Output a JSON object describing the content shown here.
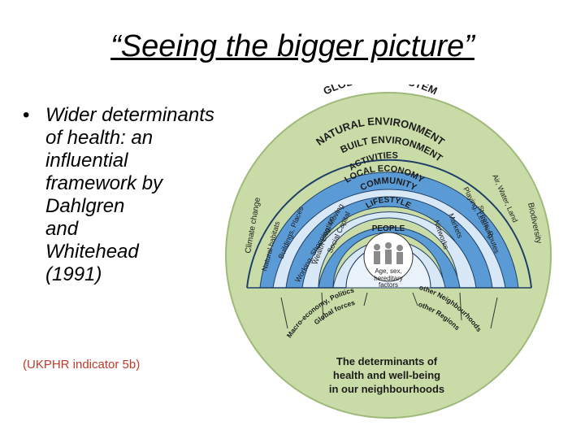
{
  "slide": {
    "title": "“Seeing the bigger picture”",
    "bullet_lines": [
      "Wider determinants",
      "of health: an",
      "influential",
      "framework by",
      "Dahlgren",
      "and",
      "Whitehead",
      "(1991)"
    ],
    "note": "(UKPHR indicator 5b)"
  },
  "diagram": {
    "global": "GLOBAL ECOSYSTEM",
    "natural": "NATURAL ENVIRONMENT",
    "built": "BUILT ENVIRONMENT",
    "activities": "ACTIVITIES",
    "economy": "LOCAL ECONOMY",
    "community": "COMMUNITY",
    "lifestyle": "LIFESTYLE",
    "people": "PEOPLE",
    "core_line1": "Age, sex,",
    "core_line2": "hereditary",
    "core_line3": "factors",
    "left_labels": [
      "Climate change",
      "Natural habitats",
      "Buildings, Places",
      "Working, Shopping, Moving",
      "Wealth creation",
      "Social Capital"
    ],
    "right_labels": [
      "Biodiversity",
      "Air, Water, Land",
      "Streets, Routes",
      "Playing, Learning",
      "Markets",
      "Networks"
    ],
    "macro": "Macro-economy, Politics",
    "global_forces": "Global forces",
    "neighbourhoods": "other Neighbourhoods",
    "regions": "other Regions",
    "caption_line1": "The determinants of",
    "caption_line2": "health and well-being",
    "caption_line3": "in our neighbourhoods",
    "colors": {
      "outer_green": "#c9dca7",
      "band_blue": "#5b9bd5",
      "band_light": "#d9e8f6",
      "line": "#1f3f66",
      "ink": "#1c1c1c"
    }
  }
}
